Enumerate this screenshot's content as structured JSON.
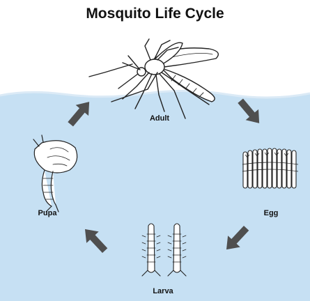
{
  "title": "Mosquito Life Cycle",
  "stages": {
    "adult": "Adult",
    "egg": "Egg",
    "larva": "Larva",
    "pupa": "Pupa"
  },
  "colors": {
    "water": "#c6e0f3",
    "water_surface": "#dbeaf6",
    "arrow": "#4f4f4f",
    "line_art": "#222222",
    "background": "#ffffff"
  }
}
